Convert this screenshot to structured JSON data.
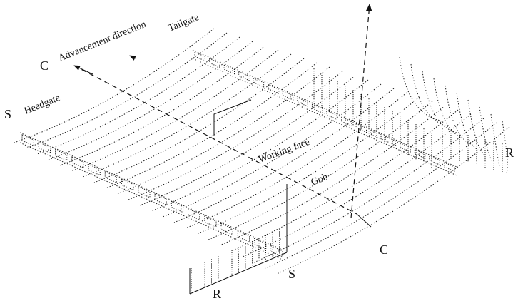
{
  "labels": {
    "advancement": "Advancement direction",
    "tailgate": "Tailgate",
    "headgate": "Headgate",
    "working_face": "Working face",
    "gob": "Gob",
    "c_top": "C",
    "c_bottom": "C",
    "s_left": "S",
    "s_bottom": "S",
    "r_right": "R",
    "r_bottom": "R"
  }
}
